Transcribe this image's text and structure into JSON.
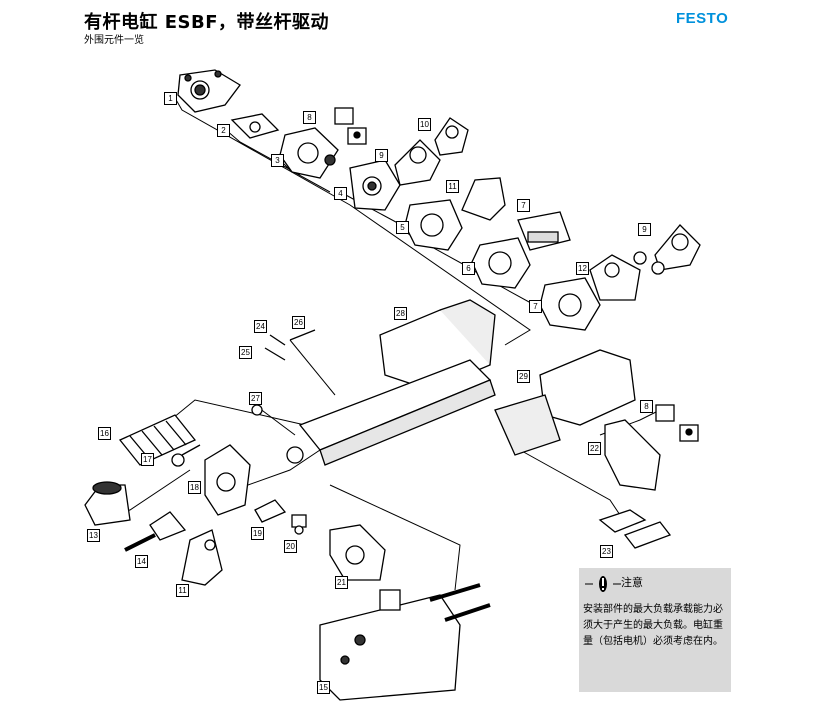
{
  "header": {
    "title": "有杆电缸 ESBF，带丝杆驱动",
    "subtitle": "外围元件一览",
    "brand": "FESTO",
    "brand_color": "#0091dc"
  },
  "parts": {
    "p1": "1",
    "p2": "2",
    "p3": "3",
    "p4": "4",
    "p5": "5",
    "p6": "6",
    "p7a": "7",
    "p7b": "7",
    "p8a": "8",
    "p8b": "8",
    "p9a": "9",
    "p9b": "9",
    "p10": "10",
    "p11a": "11",
    "p11b": "11",
    "p12": "12",
    "p13": "13",
    "p14": "14",
    "p15": "15",
    "p16": "16",
    "p17": "17",
    "p18": "18",
    "p19": "19",
    "p20": "20",
    "p21": "21",
    "p22": "22",
    "p23": "23",
    "p24": "24",
    "p25": "25",
    "p26": "26",
    "p27": "27",
    "p28": "28",
    "p29": "29"
  },
  "note": {
    "icon": "warning-icon",
    "heading": "注意",
    "text": "安装部件的最大负载承载能力必须大于产生的最大负载。电缸重量（包括电机）必须考虑在内。",
    "background": "#d9d9d9"
  }
}
